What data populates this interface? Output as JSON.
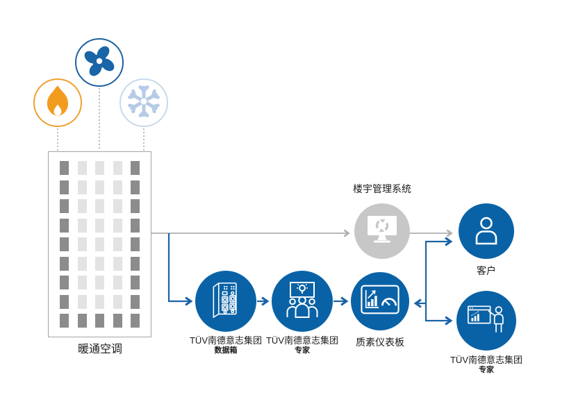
{
  "palette": {
    "brand_blue": "#0A62A6",
    "fan_blue": "#1A64A8",
    "fan_ring": "#1F5FA0",
    "orange": "#F0A030",
    "flame_orange": "#F29C1F",
    "snow_blue": "#B5CBE6",
    "snow_ring": "#C9D8EC",
    "gray_circle": "#C7C7C7",
    "gray_line": "#AFAFAF",
    "blue_line": "#1A63A6",
    "window_dark": "#8C8C8C",
    "window_light": "#E3E3E3"
  },
  "sources": {
    "heating": {
      "icon": "flame-icon"
    },
    "ventilation": {
      "icon": "fan-icon"
    },
    "cooling": {
      "icon": "snowflake-icon"
    }
  },
  "building": {
    "label": "暖通空调",
    "window_pattern": [
      "DLLLD",
      "DLLLD",
      "DLLLD",
      "DLLLD",
      "DLLLD",
      "DLLLD",
      "DLLLD",
      "DLLLD",
      "DDDDD"
    ]
  },
  "bms": {
    "label": "楼宇管理系统",
    "icon": "monitor-sync-icon"
  },
  "flow": {
    "databox": {
      "label_line1": "TÜV南德意志集团",
      "label_line2": "数据箱",
      "icon": "data-gateway-icon"
    },
    "experts": {
      "label_line1": "TÜV南德意志集团",
      "label_line2": "专家",
      "icon": "team-idea-icon"
    },
    "dashboard": {
      "label": "质素仪表板",
      "icon": "chart-gauge-icon"
    },
    "customer": {
      "label": "客户",
      "icon": "person-icon"
    },
    "remote_expert": {
      "label_line1": "TÜV南德意志集团",
      "label_line2": "专家",
      "icon": "presenter-icon"
    }
  }
}
